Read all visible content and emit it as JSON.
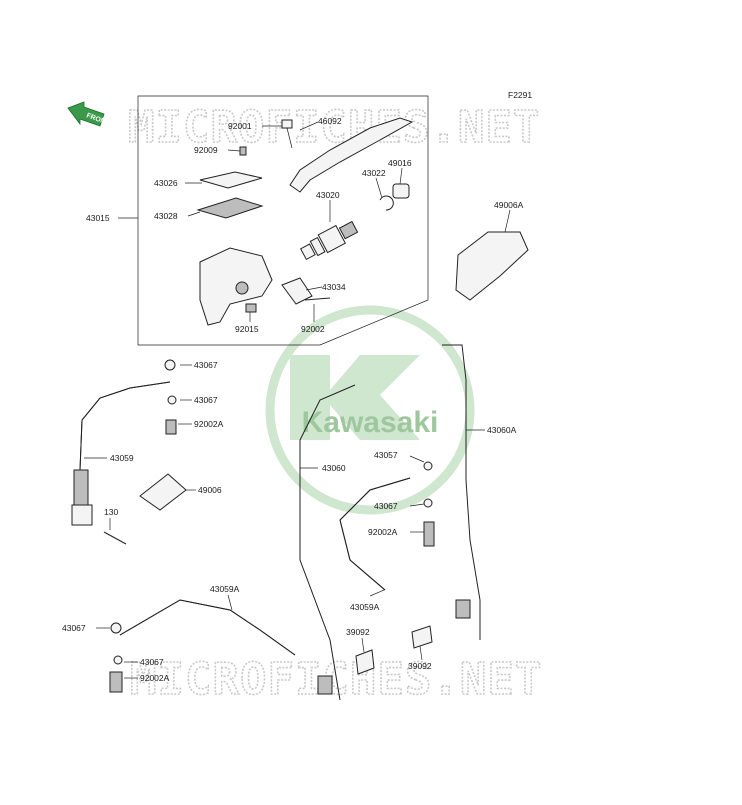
{
  "figure_code": "F2291",
  "front_label": "FRONT",
  "logo_text": "Kawasaki",
  "watermark_text": "MICROFICHES.NET",
  "colors": {
    "logo_green": "#cfe6cf",
    "logo_text": "#9ec79e",
    "watermark": "#c9c9c9",
    "front_arrow": "#3a9a4a"
  },
  "labels": [
    "92001",
    "46092",
    "92009",
    "43026",
    "49016",
    "43022",
    "43020",
    "43015",
    "43028",
    "49006A",
    "43034",
    "92015",
    "92002",
    "43067",
    "43067",
    "92002A",
    "43059",
    "49006",
    "130",
    "43060A",
    "43060",
    "43057",
    "43067",
    "92002A",
    "43059A",
    "43059A",
    "43067",
    "43067",
    "92002A",
    "39092",
    "39092"
  ]
}
